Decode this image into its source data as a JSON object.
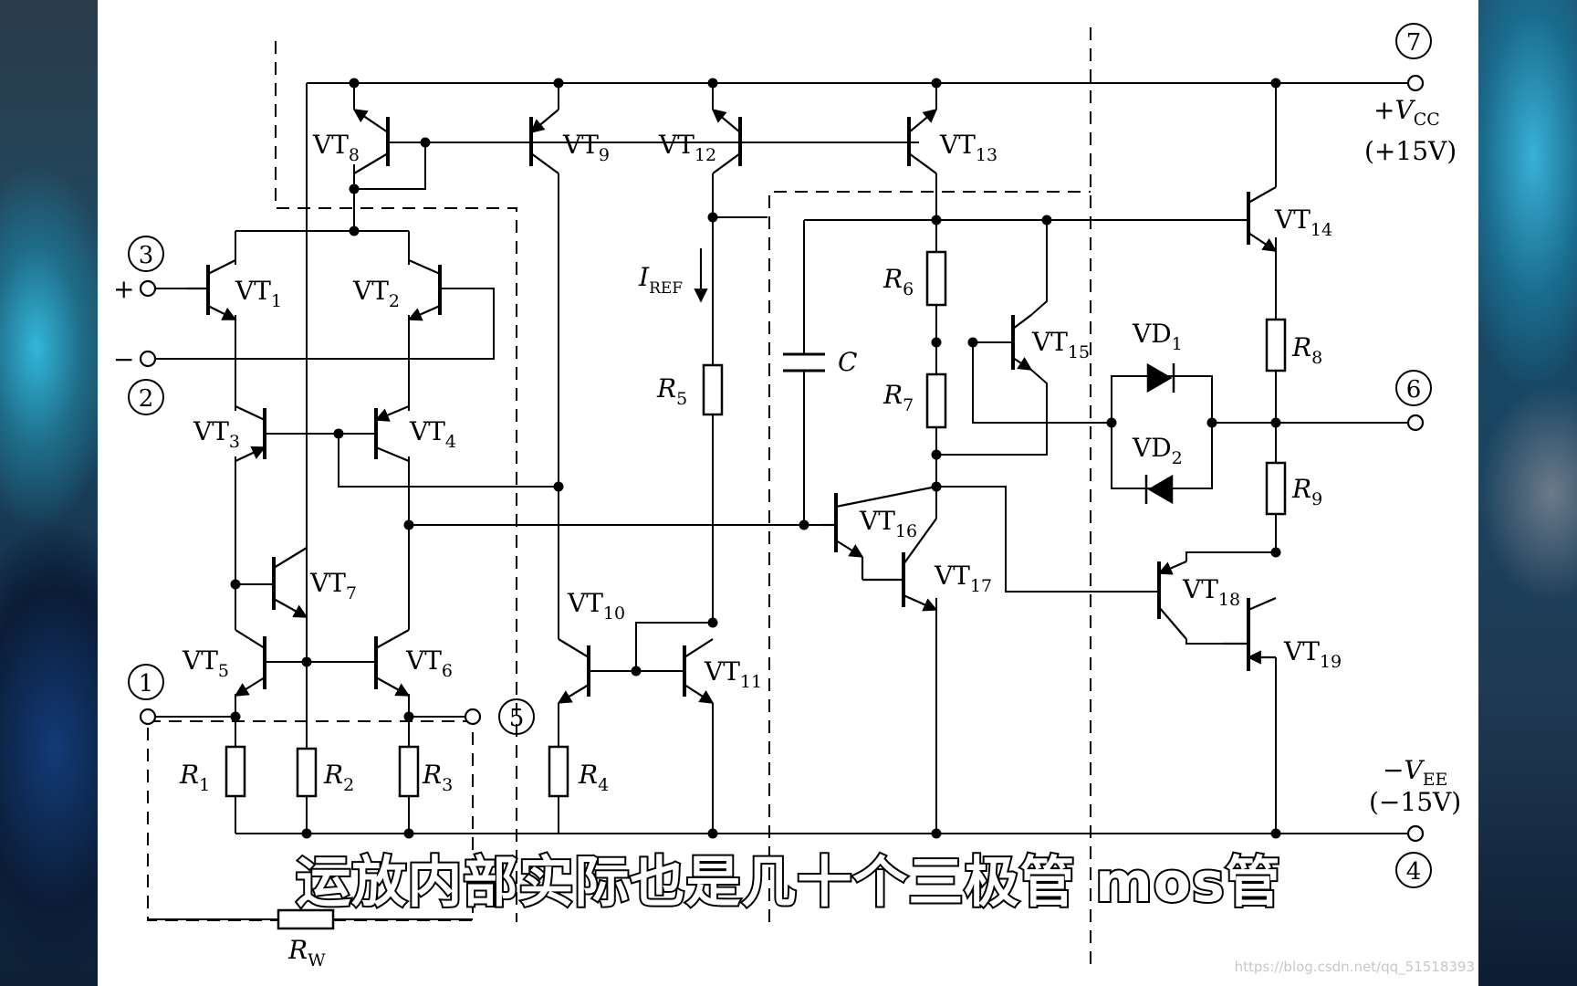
{
  "caption": "运放内部实际也是几十个三极管 mos管",
  "watermark": "https://blog.csdn.net/qq_51518393",
  "pins": {
    "p1": "1",
    "p2": "2",
    "p3": "3",
    "p4": "4",
    "p5": "5",
    "p6": "6",
    "p7": "7",
    "plus": "+",
    "minus": "−",
    "vcc": "+V",
    "vcc_sub": "CC",
    "vcc_val": "(+15V)",
    "vee": "−V",
    "vee_sub": "EE",
    "vee_val": "(−15V)"
  },
  "transistors": {
    "vt1": {
      "main": "VT",
      "sub": "1"
    },
    "vt2": {
      "main": "VT",
      "sub": "2"
    },
    "vt3": {
      "main": "VT",
      "sub": "3"
    },
    "vt4": {
      "main": "VT",
      "sub": "4"
    },
    "vt5": {
      "main": "VT",
      "sub": "5"
    },
    "vt6": {
      "main": "VT",
      "sub": "6"
    },
    "vt7": {
      "main": "VT",
      "sub": "7"
    },
    "vt8": {
      "main": "VT",
      "sub": "8"
    },
    "vt9": {
      "main": "VT",
      "sub": "9"
    },
    "vt10": {
      "main": "VT",
      "sub": "10"
    },
    "vt11": {
      "main": "VT",
      "sub": "11"
    },
    "vt12": {
      "main": "VT",
      "sub": "12"
    },
    "vt13": {
      "main": "VT",
      "sub": "13"
    },
    "vt14": {
      "main": "VT",
      "sub": "14"
    },
    "vt15": {
      "main": "VT",
      "sub": "15"
    },
    "vt16": {
      "main": "VT",
      "sub": "16"
    },
    "vt17": {
      "main": "VT",
      "sub": "17"
    },
    "vt18": {
      "main": "VT",
      "sub": "18"
    },
    "vt19": {
      "main": "VT",
      "sub": "19"
    }
  },
  "resistors": {
    "r1": {
      "main": "R",
      "sub": "1"
    },
    "r2": {
      "main": "R",
      "sub": "2"
    },
    "r3": {
      "main": "R",
      "sub": "3"
    },
    "r4": {
      "main": "R",
      "sub": "4"
    },
    "r5": {
      "main": "R",
      "sub": "5"
    },
    "r6": {
      "main": "R",
      "sub": "6"
    },
    "r7": {
      "main": "R",
      "sub": "7"
    },
    "r8": {
      "main": "R",
      "sub": "8"
    },
    "r9": {
      "main": "R",
      "sub": "9"
    },
    "rw": {
      "main": "R",
      "sub": "W"
    }
  },
  "diodes": {
    "vd1": {
      "main": "VD",
      "sub": "1"
    },
    "vd2": {
      "main": "VD",
      "sub": "2"
    }
  },
  "capacitor": "C",
  "iref": {
    "main": "I",
    "sub": "REF"
  }
}
